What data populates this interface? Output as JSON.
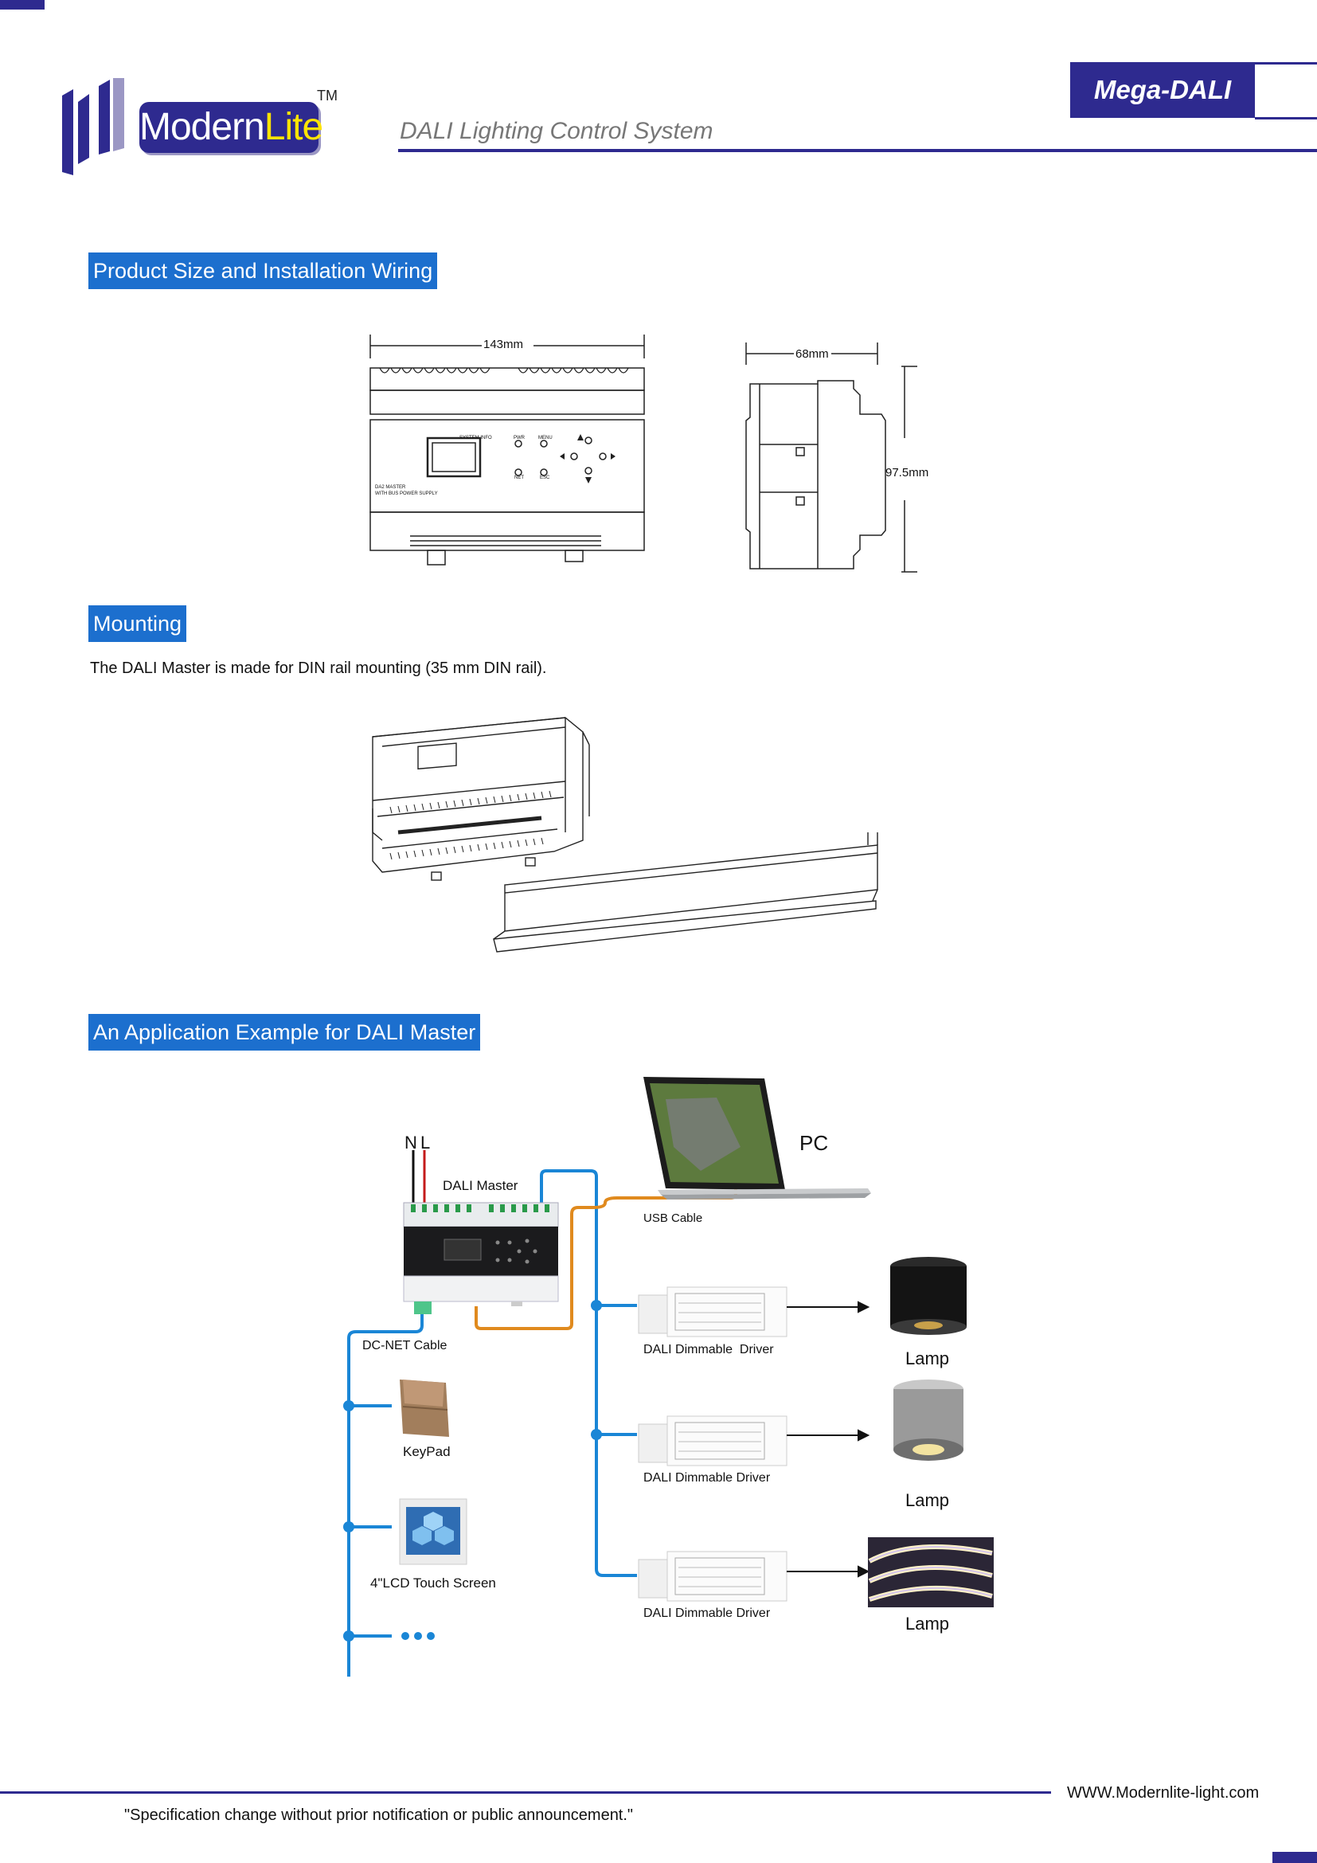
{
  "header": {
    "logo_main": "Modern",
    "logo_accent": "Lite",
    "trademark": "TM",
    "subtitle": "DALI Lighting Control System",
    "brand": "Mega-DALI"
  },
  "section1": {
    "title": "Product Size and Installation Wiring",
    "width_label": "143mm",
    "depth_label": "68mm",
    "height_label": "97.5mm",
    "panel_display_label": "SYSTEM INFO",
    "panel_pwr": "PWR",
    "panel_menu": "MENU",
    "panel_net": "NET",
    "panel_esc": "ESC",
    "device_name_line1": "DA2 MASTER",
    "device_name_line2": "WITH BUS POWER SUPPLY"
  },
  "section2": {
    "title": "Mounting",
    "text": "The DALI Master is made for DIN rail mounting (35 mm DIN rail)."
  },
  "section3": {
    "title": "An Application Example for DALI Master",
    "labels": {
      "n": "N",
      "l": "L",
      "master": "DALI Master",
      "pc": "PC",
      "usb": "USB Cable",
      "dcnet": "DC-NET Cable",
      "keypad": "KeyPad",
      "lcd": "4\"LCD Touch Screen",
      "driver1": "DALI Dimmable  Driver",
      "driver2": "DALI Dimmable Driver",
      "driver3": "DALI Dimmable Driver",
      "lamp1": "Lamp",
      "lamp2": "Lamp",
      "lamp3": "Lamp"
    }
  },
  "footer": {
    "url": "WWW.Modernlite-light.com",
    "note": "\"Specification change without prior notification or public announcement.\""
  },
  "colors": {
    "brand": "#2e2a8f",
    "section": "#1c6fce",
    "dali_bus": "#1a86d6",
    "usb": "#e08a1e"
  }
}
